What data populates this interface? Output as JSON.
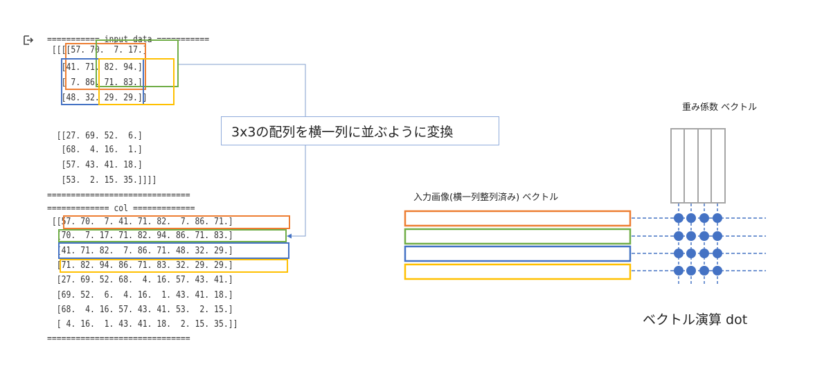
{
  "console": {
    "lines": [
      "=========== input_data ===========",
      " [[[[57. 70.  7. 17.]",
      "   [41. 71. 82. 94.]",
      "   [ 7. 86. 71. 83.]",
      "   [48. 32. 29. 29.]]",
      "",
      "",
      "  [[27. 69. 52.  6.]",
      "   [68.  4. 16.  1.]",
      "   [57. 43. 41. 18.]",
      "   [53.  2. 15. 35.]]]]",
      "==============================",
      "============= col =============",
      " [[57. 70.  7. 41. 71. 82.  7. 86. 71.]",
      "  [70.  7. 17. 71. 82. 94. 86. 71. 83.]",
      "  [41. 71. 82.  7. 86. 71. 48. 32. 29.]",
      "  [71. 82. 94. 86. 71. 83. 32. 29. 29.]",
      "  [27. 69. 52. 68.  4. 16. 57. 43. 41.]",
      "  [69. 52.  6.  4. 16.  1. 43. 41. 18.]",
      "  [68.  4. 16. 57. 43. 41. 53.  2. 15.]",
      "  [ 4. 16.  1. 43. 41. 18.  2. 15. 35.]]",
      "=============================="
    ]
  },
  "callout": {
    "text": "3x3の配列を横一列に並ぶように変換"
  },
  "labels": {
    "weights": "重み係数 ベクトル",
    "input_image": "入力画像(横一列整列済み) ベクトル",
    "operation": "ベクトル演算 dot"
  },
  "colors": {
    "orange": "#ed7d31",
    "green": "#70ad47",
    "blue": "#4472c4",
    "yellow": "#ffc000",
    "gray": "#a5a5a5",
    "callout_border": "#8eaadb"
  },
  "icons": {
    "run": "output-arrow-icon"
  }
}
